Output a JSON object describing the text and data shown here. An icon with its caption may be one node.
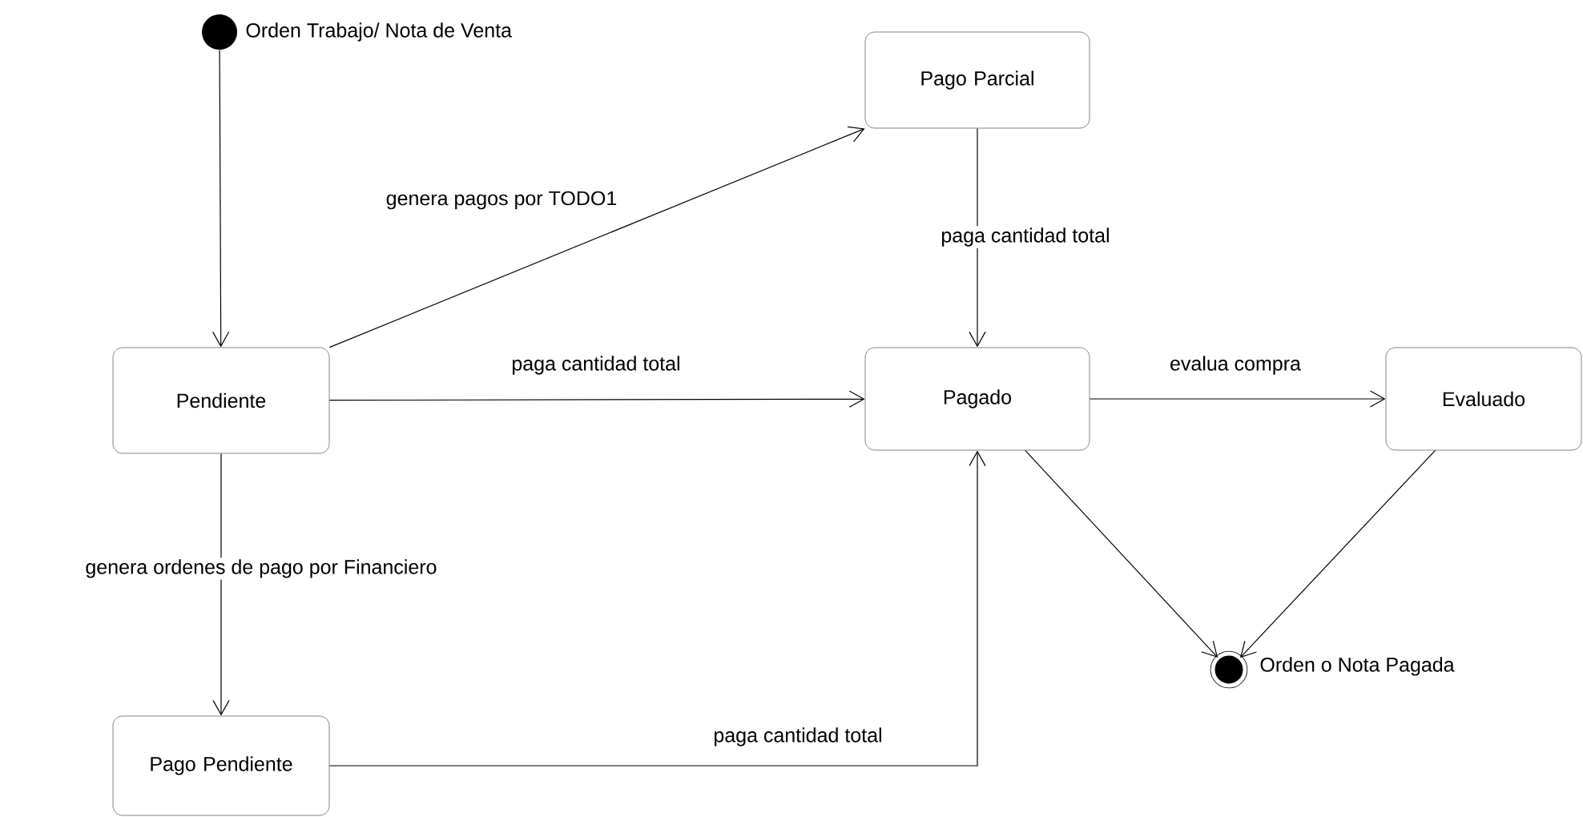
{
  "diagram": {
    "nodes": [
      {
        "text": [],
        "shape": "circle",
        "beside": [
          "Orden Trabajo/ Nota de Venta"
        ]
      },
      {
        "text": [
          "Pendiente"
        ]
      },
      {
        "text": [
          "Pago Parcial"
        ]
      },
      {
        "text": [
          "Pagado"
        ]
      },
      {
        "text": [
          "Evaluado"
        ]
      },
      {
        "text": [
          "Pago Pendiente"
        ]
      },
      {
        "text": [],
        "shape": "circle",
        "beside": [
          "Orden o Nota Pagada"
        ]
      }
    ],
    "edges": [
      {
        "from": 0,
        "to": 1,
        "arrow": "to"
      },
      {
        "from": 1,
        "to": 2,
        "arrow": "to",
        "label": "genera pagos por TODO1"
      },
      {
        "from": 2,
        "to": 3,
        "arrow": "to",
        "label": "paga cantidad total"
      },
      {
        "from": 1,
        "to": 3,
        "arrow": "to",
        "label": "paga cantidad total"
      },
      {
        "from": 3,
        "to": 4,
        "arrow": "to",
        "label": "evalua compra"
      },
      {
        "from": 1,
        "to": 5,
        "arrow": "to",
        "label": "genera ordenes de pago por Financiero"
      },
      {
        "from": 5,
        "to": 3,
        "arrow": "to",
        "label": "paga cantidad total"
      },
      {
        "from": 3,
        "to": 6,
        "arrow": "to"
      },
      {
        "from": 4,
        "to": 6,
        "arrow": "to"
      }
    ]
  }
}
